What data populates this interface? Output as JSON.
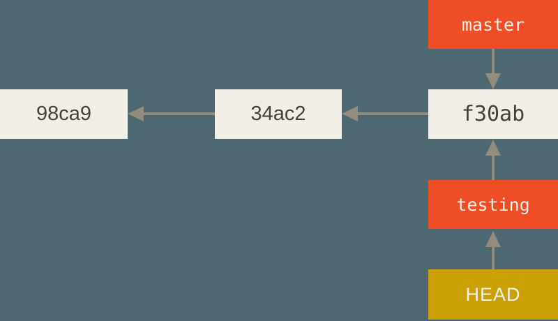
{
  "colors": {
    "background": "#4d6871",
    "commit_box": "#f0eee6",
    "branch_box": "#ef4d25",
    "head_box": "#caa004",
    "arrow": "#948b7f",
    "commit_text": "#494138",
    "label_text": "#f2f0eb"
  },
  "graph": {
    "commits": [
      {
        "id": "98ca9"
      },
      {
        "id": "34ac2"
      },
      {
        "id": "f30ab"
      }
    ],
    "branches": [
      {
        "name": "master",
        "points_to": "f30ab"
      },
      {
        "name": "testing",
        "points_to": "f30ab"
      }
    ],
    "head": {
      "name": "HEAD",
      "points_to": "testing"
    },
    "edges": [
      {
        "from": "34ac2",
        "to": "98ca9"
      },
      {
        "from": "f30ab",
        "to": "34ac2"
      },
      {
        "from": "master",
        "to": "f30ab"
      },
      {
        "from": "testing",
        "to": "f30ab"
      },
      {
        "from": "HEAD",
        "to": "testing"
      }
    ]
  }
}
